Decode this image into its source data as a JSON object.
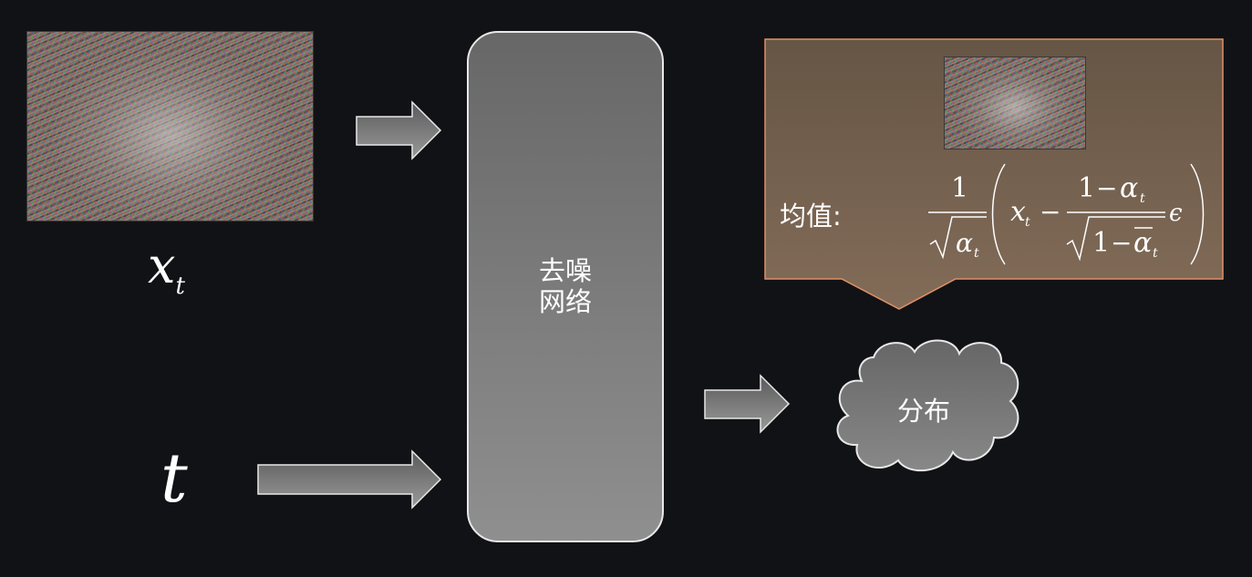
{
  "input_image_label": "x",
  "input_image_subscript": "t",
  "timestep_label": "t",
  "network": {
    "line1": "去噪",
    "line2": "网络"
  },
  "callout": {
    "label": "均值:",
    "formula": {
      "numerator": "1",
      "sqrt_alpha": "α",
      "x": "x",
      "minus": "−",
      "inner_num_one": "1",
      "alpha": "α",
      "inner_den_one": "1",
      "alpha_bar": "α",
      "sub_t": "t",
      "epsilon": "ϵ"
    }
  },
  "cloud_label": "分布",
  "colors": {
    "background": "#111215",
    "callout_fill_top": "#6a5848",
    "callout_fill_bottom": "#7f6a56",
    "callout_border": "#e0906a",
    "shape_fill": "#7a7a7a",
    "shape_stroke": "#e8e8e8"
  }
}
